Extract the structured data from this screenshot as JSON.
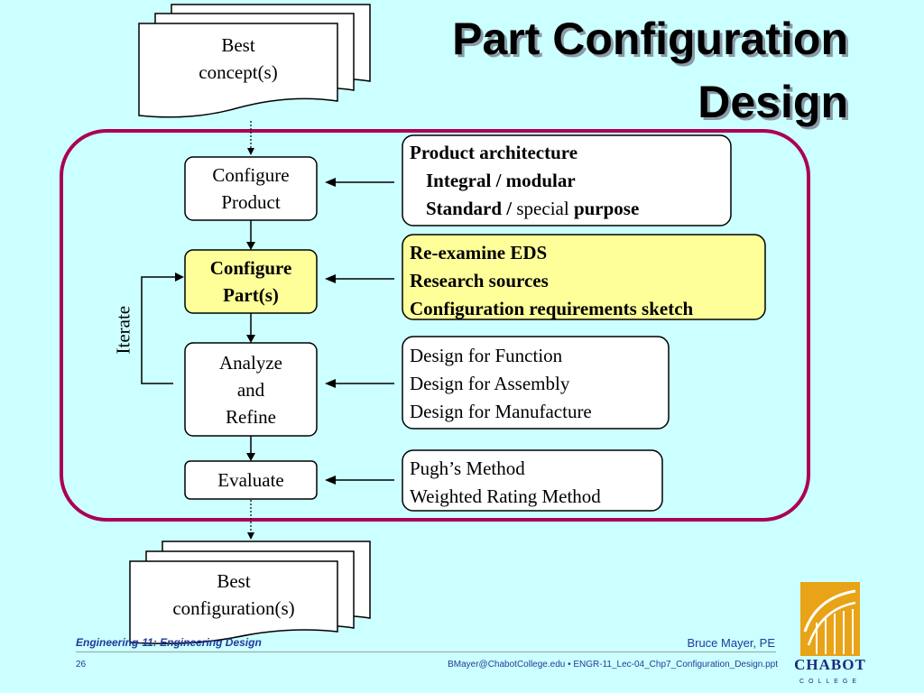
{
  "title": {
    "line1": "Part Configuration",
    "line2": "Design"
  },
  "top_document": {
    "line1": "Best",
    "line2": "concept(s)"
  },
  "bottom_document": {
    "line1": "Best",
    "line2": "configuration(s)"
  },
  "steps": {
    "configure_product": {
      "line1": "Configure",
      "line2": "Product"
    },
    "configure_parts": {
      "line1": "Configure",
      "line2": "Part(s)"
    },
    "analyze_refine": {
      "line1": "Analyze",
      "line2": "and",
      "line3": "Refine"
    },
    "evaluate": {
      "line1": "Evaluate"
    }
  },
  "iterate_label": "Iterate",
  "info_boxes": {
    "product_architecture": {
      "line1": "Product architecture",
      "line2": "Integral / modular",
      "line3a": "Standard / ",
      "line3b": "special",
      "line3c": " purpose"
    },
    "reexamine": {
      "line1": "Re-examine EDS",
      "line2": "Research sources",
      "line3": "Configuration requirements sketch"
    },
    "design_for": {
      "line1": "Design for Function",
      "line2": "Design for Assembly",
      "line3": "Design for Manufacture"
    },
    "methods": {
      "line1": "Pugh’s Method",
      "line2": "Weighted Rating Method"
    }
  },
  "footer": {
    "course": "Engineering-11: Engineering Design",
    "author": "Bruce Mayer, PE",
    "page": "26",
    "file": "BMayer@ChabotCollege.edu  • ENGR-11_Lec-04_Chp7_Configuration_Design.ppt"
  },
  "logo": {
    "name": "CHABOT",
    "sub": "COLLEGE"
  },
  "colors": {
    "background": "#ccffff",
    "frame": "#aa0055",
    "highlight": "#ffff99",
    "footer_text": "#1f3a9a",
    "logo_gold": "#e8a317"
  }
}
